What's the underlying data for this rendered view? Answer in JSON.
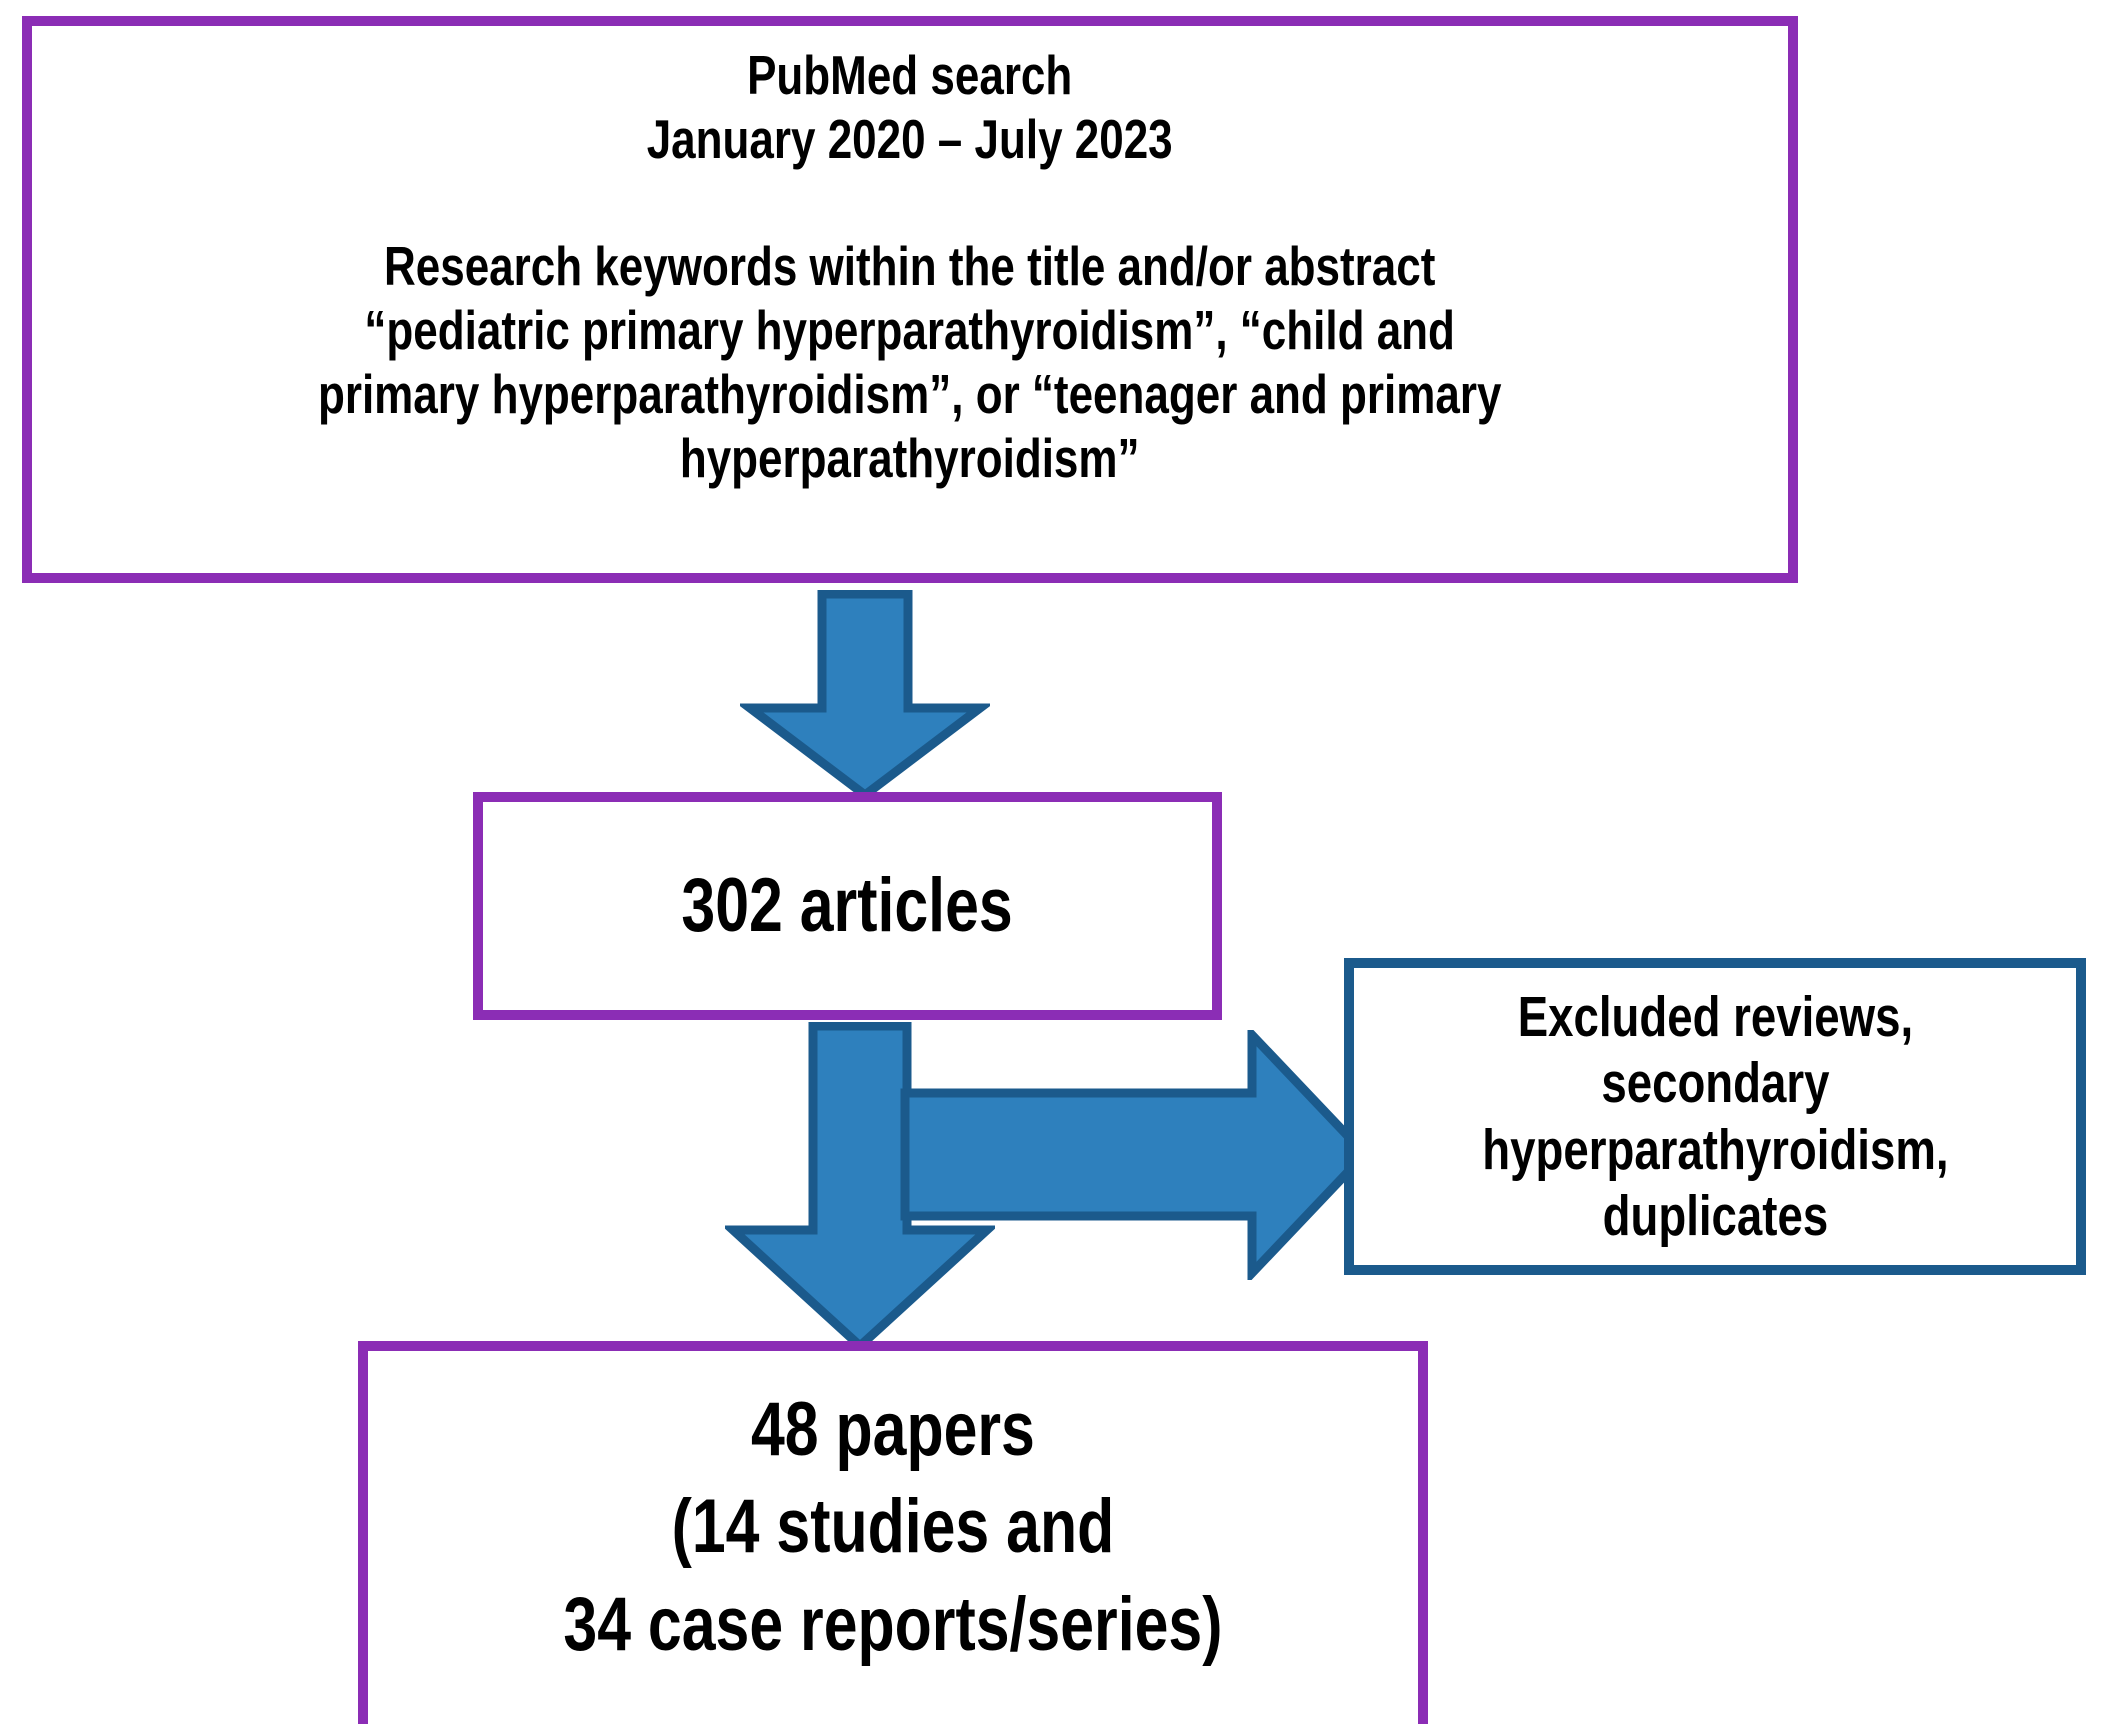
{
  "diagram": {
    "title": "PRISMA-style literature selection flowchart",
    "colors": {
      "purple_border": "#8b2db5",
      "blue_border": "#1b5a8c",
      "arrow_fill": "#2e80bd",
      "arrow_stroke": "#1b5a8c",
      "text": "#000000",
      "background": "#ffffff"
    },
    "nodes": {
      "search": {
        "id": "pubmed-search",
        "lines": [
          "PubMed search",
          "January 2020 – July 2023",
          "",
          "Research keywords within the title and/or abstract",
          "“pediatric primary hyperparathyroidism”, “child and",
          "primary hyperparathyroidism”, or “teenager and primary",
          "hyperparathyroidism”"
        ],
        "text": "PubMed search\nJanuary 2020 – July 2023\n\nResearch keywords within the title and/or abstract\n“pediatric primary hyperparathyroidism”, “child and\nprimary hyperparathyroidism”, or “teenager and primary\nhyperparathyroidism”"
      },
      "articles": {
        "id": "articles-count",
        "count": 302,
        "text": "302 articles"
      },
      "excluded": {
        "id": "excluded-criteria",
        "lines": [
          "Excluded reviews,",
          "secondary",
          "hyperparathyroidism,",
          "duplicates"
        ],
        "text": "Excluded reviews,\nsecondary\nhyperparathyroidism,\nduplicates"
      },
      "papers": {
        "id": "included-papers",
        "total_papers": 48,
        "studies": 14,
        "case_reports_series": 34,
        "lines": [
          "48 papers",
          "(14 studies and",
          "34 case reports/series)"
        ],
        "text": "48 papers\n(14 studies and\n34 case reports/series)"
      }
    },
    "arrows": [
      {
        "id": "arrow-search-to-articles",
        "direction": "down",
        "from": "pubmed-search",
        "to": "articles-count"
      },
      {
        "id": "arrow-articles-to-papers",
        "direction": "down",
        "from": "articles-count",
        "to": "included-papers"
      },
      {
        "id": "arrow-articles-to-excluded",
        "direction": "right",
        "from": "articles-count",
        "to": "excluded-criteria"
      }
    ]
  }
}
